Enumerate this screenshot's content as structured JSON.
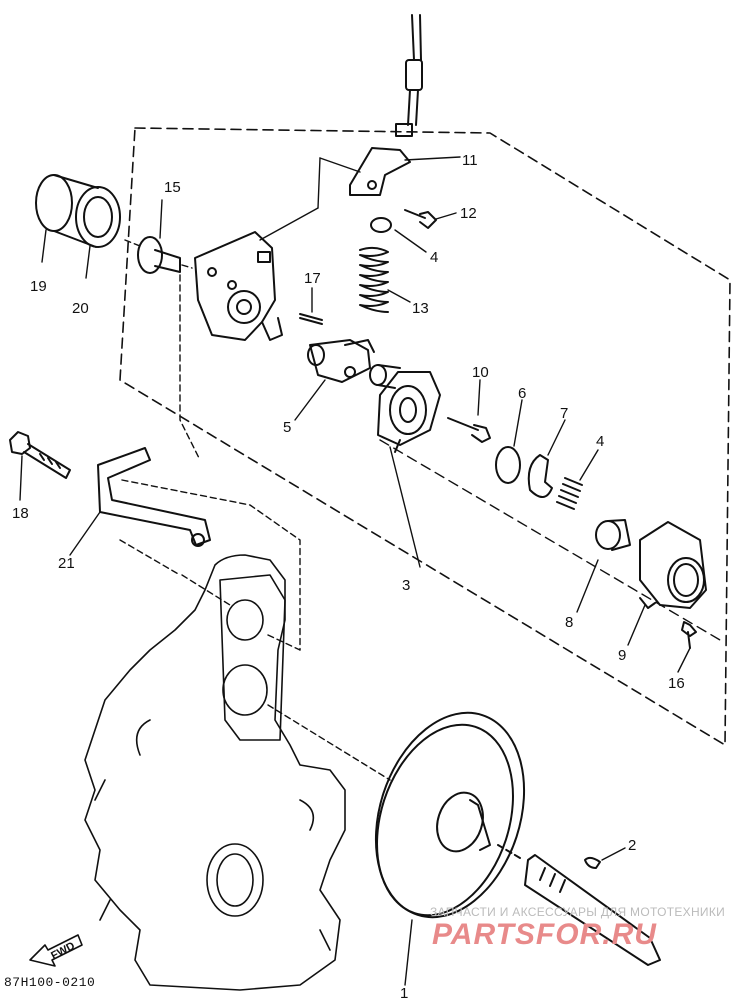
{
  "diagram_code": "87H100-0210",
  "fwd_arrow_label": "FWD",
  "watermark": {
    "caption": "ЗАПЧАСТИ И АКСЕССУАРЫ ДЛЯ МОТОТЕХНИКИ",
    "logo": "PARTSFOR.RU"
  },
  "part_labels": {
    "p1": "1",
    "p2": "2",
    "p3": "3",
    "p4a": "4",
    "p4b": "4",
    "p5": "5",
    "p6": "6",
    "p7": "7",
    "p8": "8",
    "p9": "9",
    "p10": "10",
    "p11": "11",
    "p12": "12",
    "p13": "13",
    "p15": "15",
    "p16": "16",
    "p17": "17",
    "p18": "18",
    "p19": "19",
    "p20": "20",
    "p21": "21"
  },
  "colors": {
    "ink": "#111111",
    "watermark_red": "#e88a8a",
    "watermark_gray": "#bbbbbb"
  }
}
